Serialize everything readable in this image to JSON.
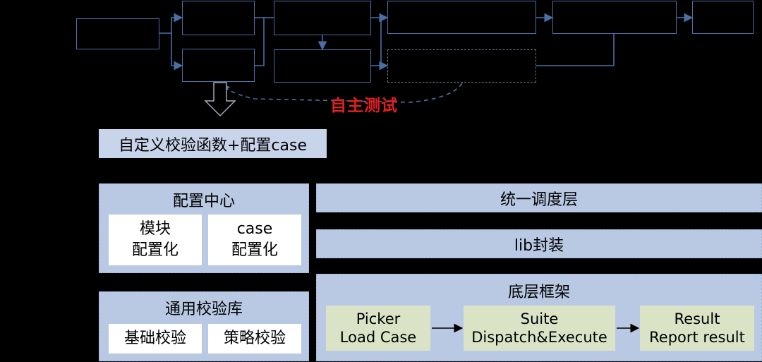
{
  "flow": {
    "autotest_label": "自主测试"
  },
  "custom_tag": "自定义校验函数+配置case",
  "config_center": {
    "title": "配置中心",
    "cards": [
      "模块\n配置化",
      "case\n配置化"
    ]
  },
  "common_lib": {
    "title": "通用校验库",
    "cards": [
      "基础校验",
      "策略校验"
    ]
  },
  "layers": {
    "dispatch": "统一调度层",
    "lib": "lib封装",
    "framework": "底层框架"
  },
  "framework_steps": [
    "Picker\nLoad Case",
    "Suite\nDispatch&Execute",
    "Result\nReport result"
  ],
  "colors": {
    "flow_border": "#4a6fa5",
    "autotest_red": "#e02020",
    "panel_blue": "#b9c9e3",
    "step_green": "#dbe3c7"
  }
}
